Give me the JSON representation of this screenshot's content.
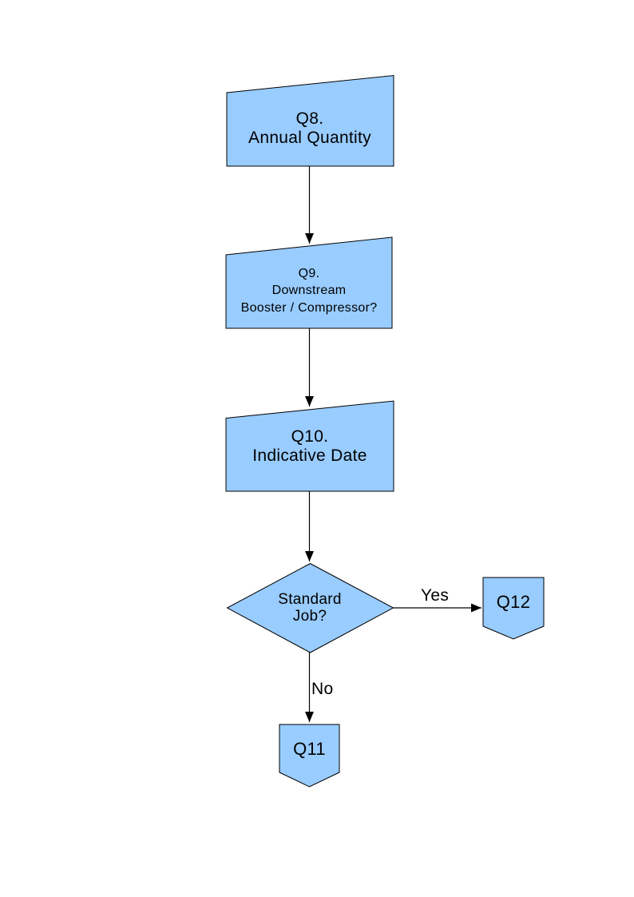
{
  "diagram": {
    "style": {
      "node_fill": "#99CCFF",
      "node_stroke": "#000000",
      "line_color": "#000000",
      "text_color": "#000000",
      "background": "#FFFFFF"
    },
    "nodes": [
      {
        "id": "q8",
        "shape": "manual-input",
        "label_lines": [
          "Q8.",
          "Annual Quantity"
        ]
      },
      {
        "id": "q9",
        "shape": "manual-input",
        "label_lines": [
          "Q9.",
          "Downstream",
          "Booster / Compressor?"
        ]
      },
      {
        "id": "q10",
        "shape": "manual-input",
        "label_lines": [
          "Q10.",
          "Indicative Date"
        ]
      },
      {
        "id": "standard-job",
        "shape": "decision",
        "label_lines": [
          "Standard",
          "Job?"
        ]
      },
      {
        "id": "q12",
        "shape": "off-page-connector",
        "label_lines": [
          "Q12"
        ]
      },
      {
        "id": "q11",
        "shape": "off-page-connector",
        "label_lines": [
          "Q11"
        ]
      }
    ],
    "edges": [
      {
        "from": "q8",
        "to": "q9",
        "label": ""
      },
      {
        "from": "q9",
        "to": "q10",
        "label": ""
      },
      {
        "from": "q10",
        "to": "standard-job",
        "label": ""
      },
      {
        "from": "standard-job",
        "to": "q12",
        "label": "Yes"
      },
      {
        "from": "standard-job",
        "to": "q11",
        "label": "No"
      }
    ]
  }
}
